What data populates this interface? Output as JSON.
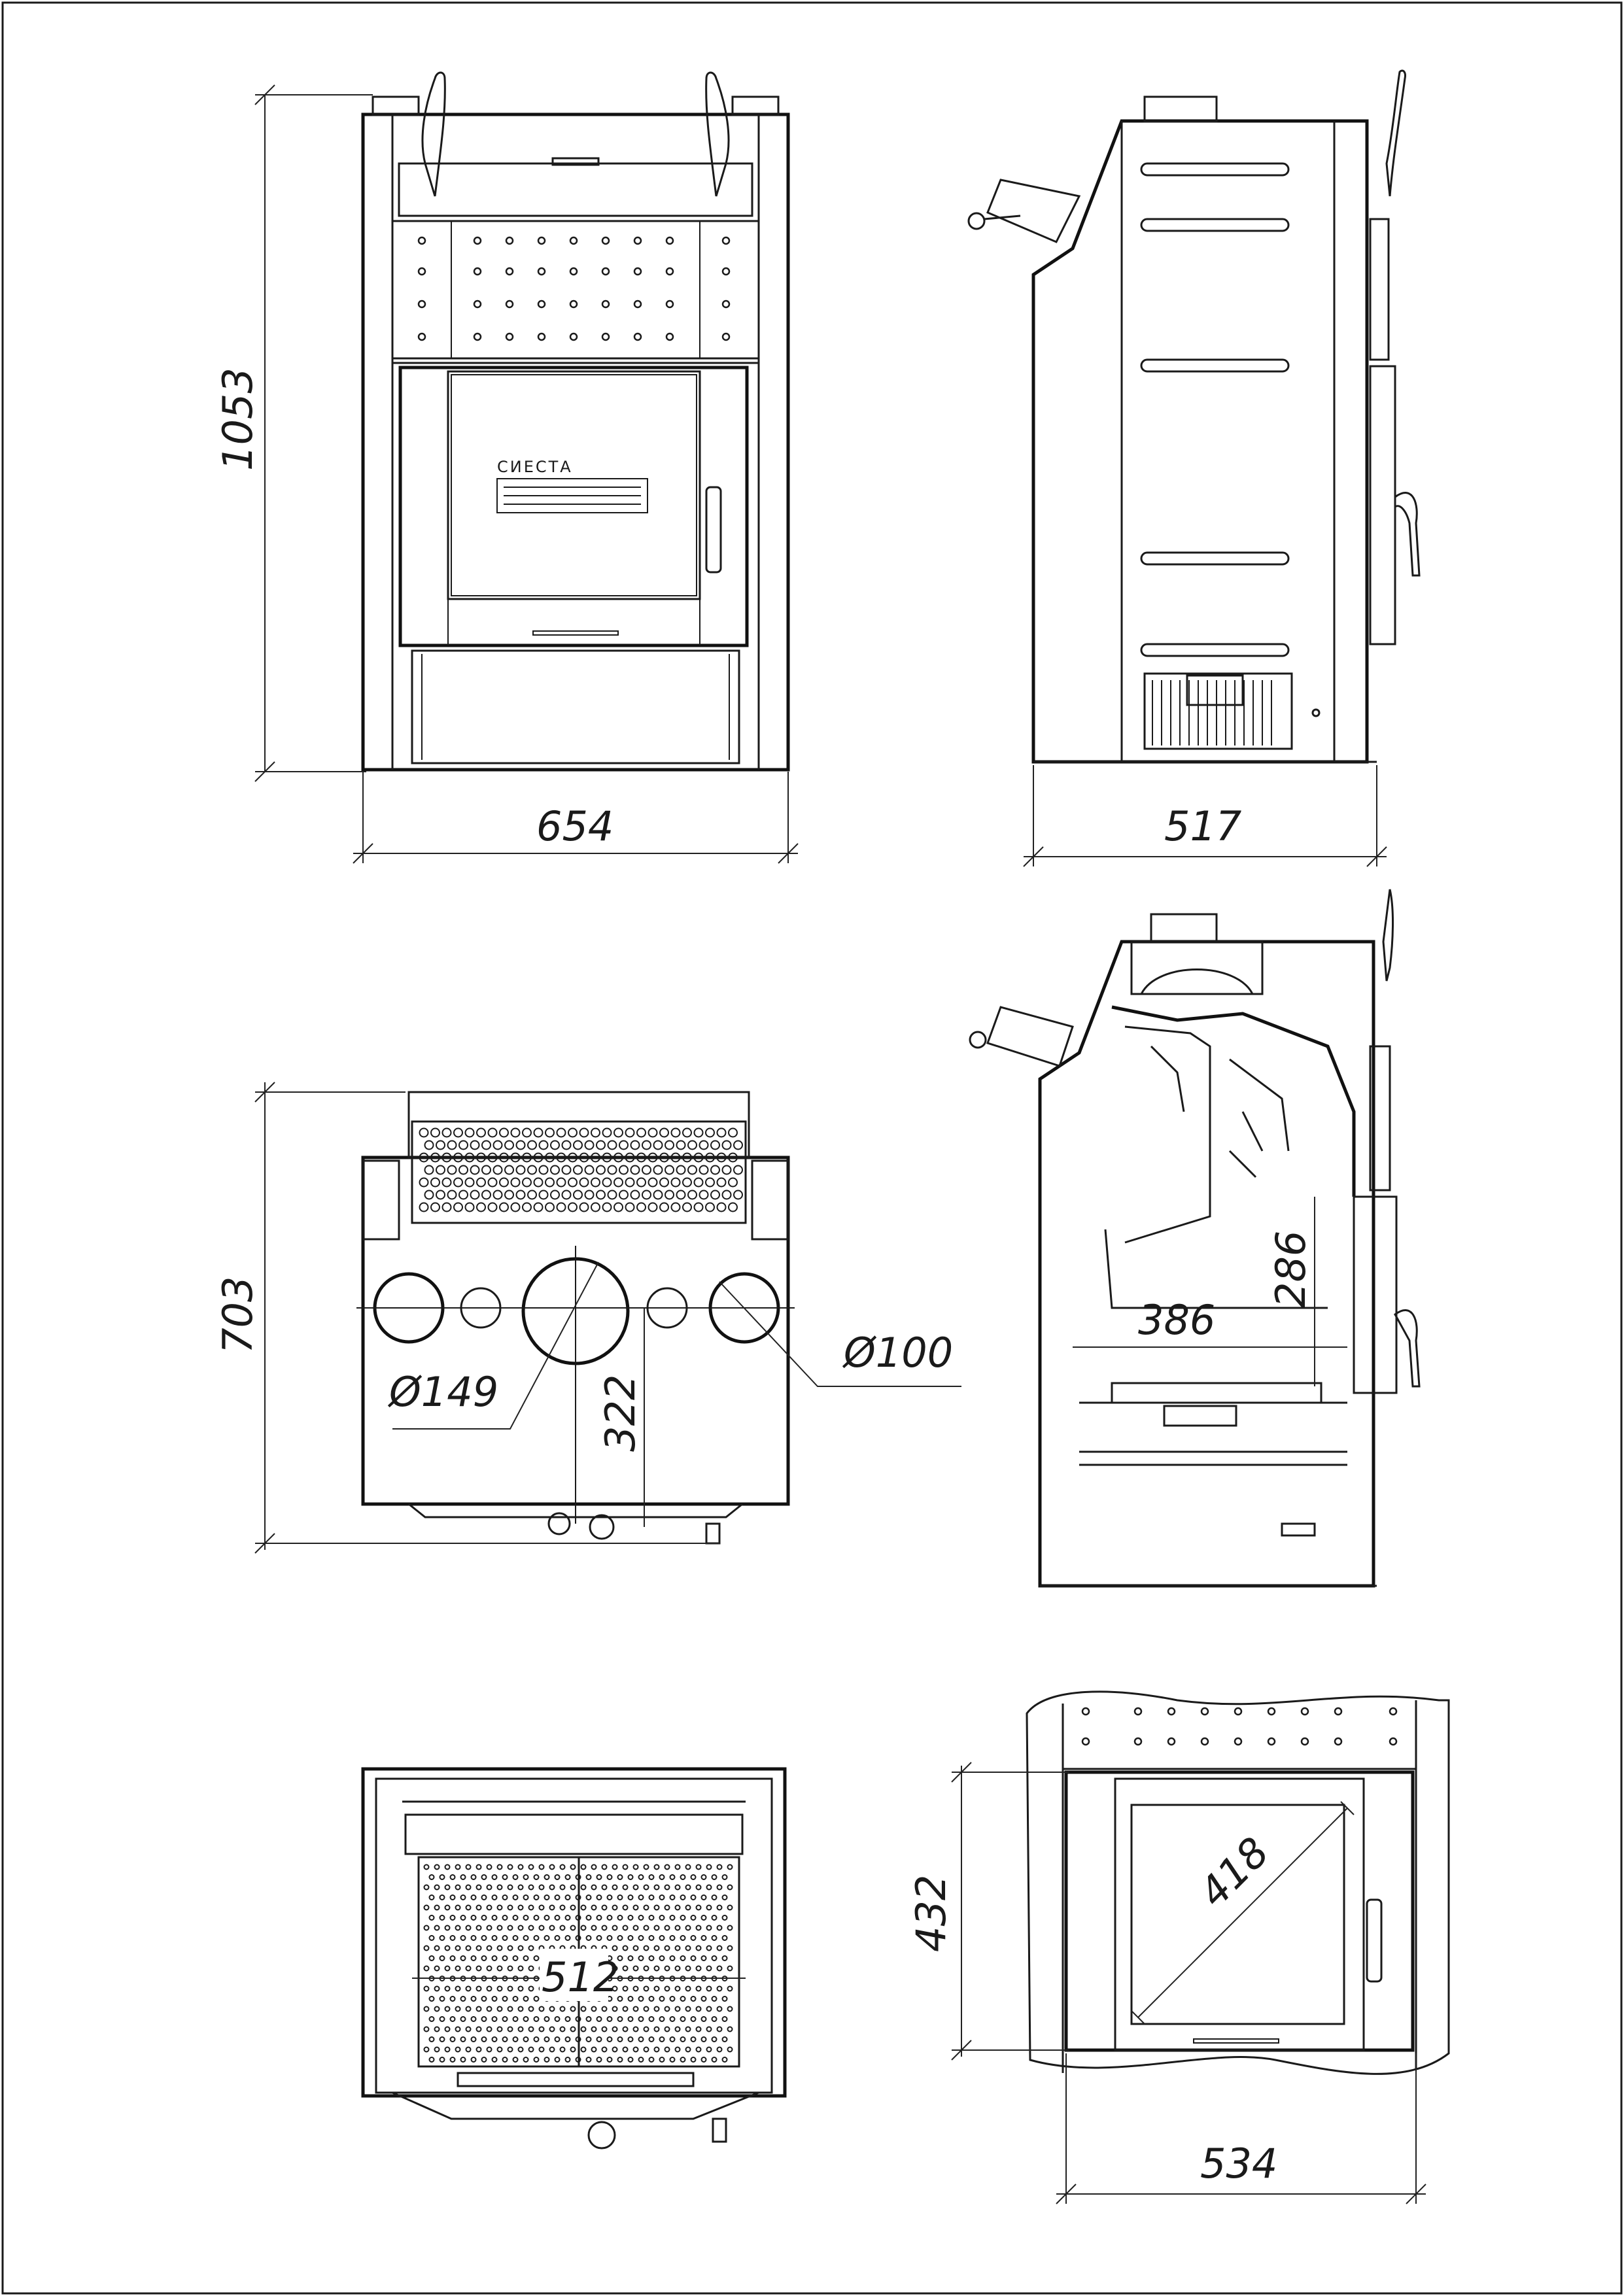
{
  "drawing": {
    "brand_logo": "СИЕСТА",
    "dimensions": {
      "front_height": "1053",
      "front_width": "654",
      "side_depth": "517",
      "top_depth": "703",
      "flue_diameter_large": "Ø149",
      "flue_diameter_small": "Ø100",
      "flue_offset": "322",
      "section_depth": "386",
      "section_height": "286",
      "grate_width": "512",
      "door_height": "432",
      "glass_diagonal": "418",
      "door_width": "534"
    }
  }
}
